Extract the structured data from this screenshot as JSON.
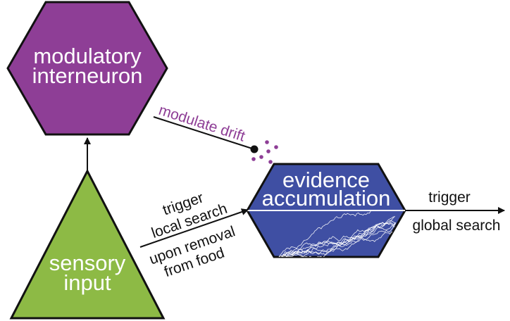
{
  "nodes": {
    "modulatory": {
      "line1": "modulatory",
      "line2": "interneuron"
    },
    "sensory": {
      "line1": "sensory",
      "line2": "input"
    },
    "evidence": {
      "line1": "evidence",
      "line2": "accumulation"
    }
  },
  "edges": {
    "modulate": {
      "label": "modulate drift"
    },
    "local": {
      "line1": "trigger",
      "line2": "local search",
      "line3": "upon removal",
      "line4": "from food"
    },
    "global": {
      "line1": "trigger",
      "line2": "global search"
    }
  },
  "colors": {
    "modulatory": "#8e3e96",
    "sensory": "#8dba45",
    "evidence": "#3f4fa3",
    "modulate_text": "#8e3e96",
    "outline": "#111111"
  }
}
